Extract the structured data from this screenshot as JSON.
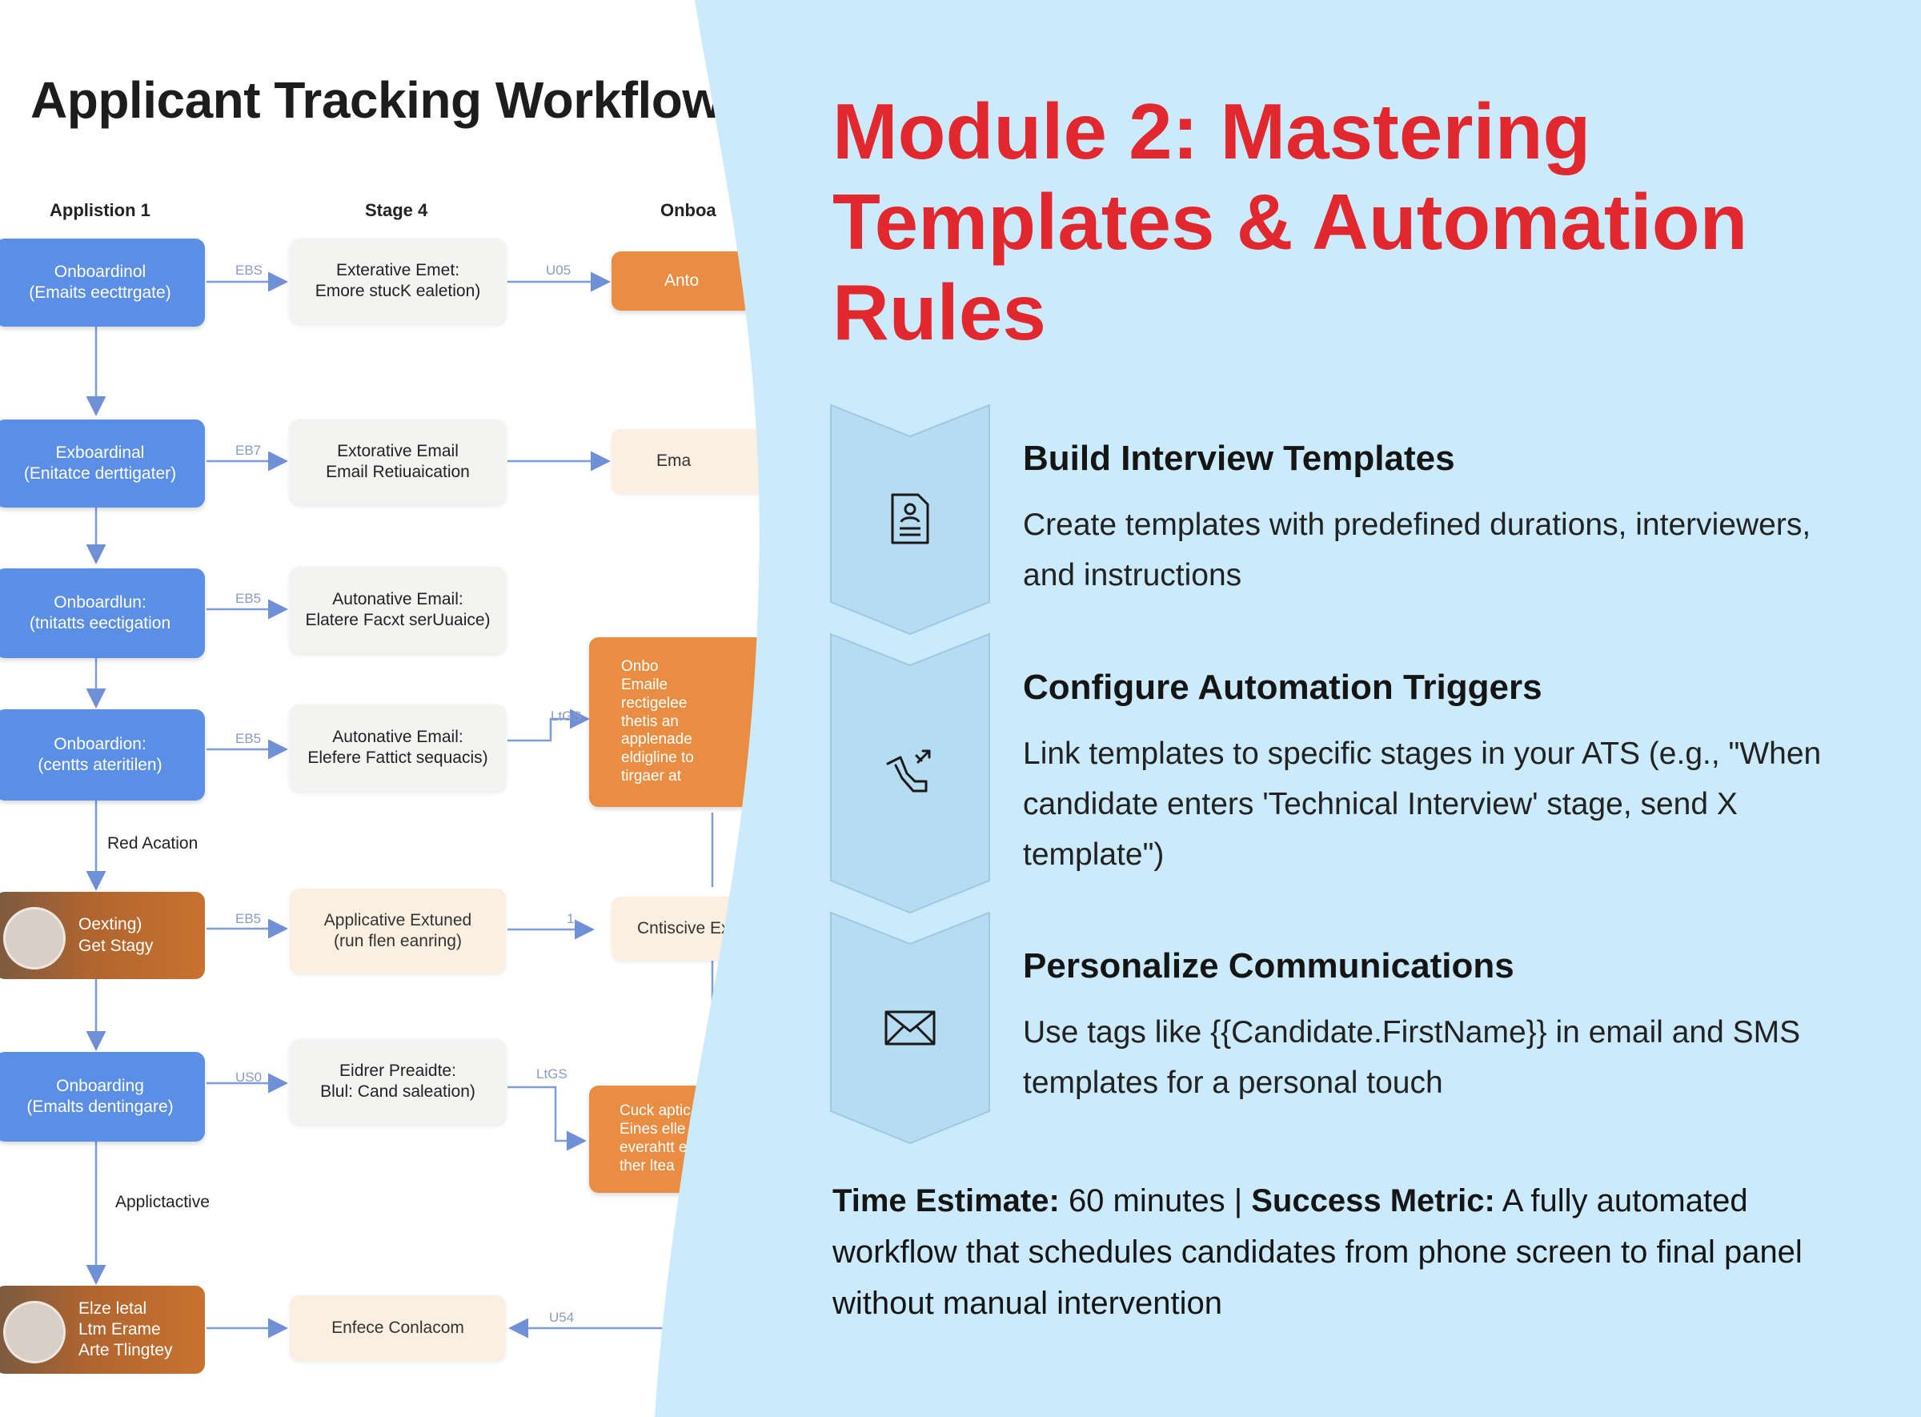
{
  "workflow": {
    "title": "Applicant Tracking Workflow",
    "columns": [
      "Applistion 1",
      "Stage 4",
      "Onboa"
    ],
    "left_nodes": [
      {
        "l1": "Onboardinol",
        "l2": "(Emaits eecttrgate)"
      },
      {
        "l1": "Exboardinal",
        "l2": "(Enitatce derttigater)"
      },
      {
        "l1": "Onboardlun:",
        "l2": "(tnitatts eectigation"
      },
      {
        "l1": "Onboardion:",
        "l2": "(centts ateritilen)"
      },
      {
        "l1": "Oexting)",
        "l2": "Get Stagy"
      },
      {
        "l1": "Onboarding",
        "l2": "(Emalts dentingare)"
      },
      {
        "l1": "Elze letal",
        "l2": "Ltm Erame",
        "l3": "Arte Tlingtey"
      }
    ],
    "mid_nodes": [
      {
        "l1": "Exterative Emet:",
        "l2": "Emore stucK ealetion)"
      },
      {
        "l1": "Extorative Email",
        "l2": "Email Retiuaication"
      },
      {
        "l1": "Autonative Email:",
        "l2": "Elatere Facxt serUuaice)"
      },
      {
        "l1": "Autonative Email:",
        "l2": "Elefere Fattict sequacis)"
      },
      {
        "l1": "Applicative Extuned",
        "l2": "(run flen eanring)"
      },
      {
        "l1": "Eidrer Preaidte:",
        "l2": "Blul: Cand saleation)"
      },
      {
        "l1": "Enfece Conlacom",
        "l2": ""
      }
    ],
    "right_nodes": {
      "anto": "Anto",
      "ema": "Ema",
      "onbo_lines": [
        "Onbo",
        "Emaile",
        "rectigelee",
        "thetis an",
        "applenade",
        "eldigline to",
        "tirgaer at"
      ],
      "cntiscive": "Cntiscive Exer",
      "cuck_lines": [
        "Cuck aptic",
        "Eines elle to the",
        "everahtt en the",
        "ther ltea"
      ]
    },
    "annotations": [
      "EBS",
      "U05",
      "EB7",
      "EB5",
      "EB5",
      "LtGS",
      "EB5",
      "1",
      "US0",
      "LtGS",
      "U54"
    ],
    "side_labels": {
      "red_action": "Red Acation",
      "applicactive": "Applictactive"
    }
  },
  "module": {
    "title": "Module 2: Mastering Templates & Automation Rules",
    "steps": [
      {
        "icon": "document-icon",
        "title": "Build Interview Templates",
        "desc": "Create templates with predefined durations, interviewers, and instructions"
      },
      {
        "icon": "automation-icon",
        "title": "Configure Automation Triggers",
        "desc": "Link templates to specific stages in your ATS (e.g., \"When candidate enters 'Technical Interview' stage, send X template\")"
      },
      {
        "icon": "envelope-icon",
        "title": "Personalize Communications",
        "desc": "Use tags like {{Candidate.FirstName}} in email and SMS templates for a personal touch"
      }
    ],
    "time_label": "Time Estimate:",
    "time_value": "60 minutes",
    "separator": "|",
    "metric_label": "Success Metric:",
    "metric_value": "A fully automated workflow that schedules candidates from phone screen to final panel without manual intervention"
  },
  "colors": {
    "title_red": "#e0282e",
    "panel_blue": "#cbebfc",
    "chevron_blue": "#b5dcf1",
    "node_blue": "#5b8fe6",
    "node_orange": "#e88d42"
  }
}
